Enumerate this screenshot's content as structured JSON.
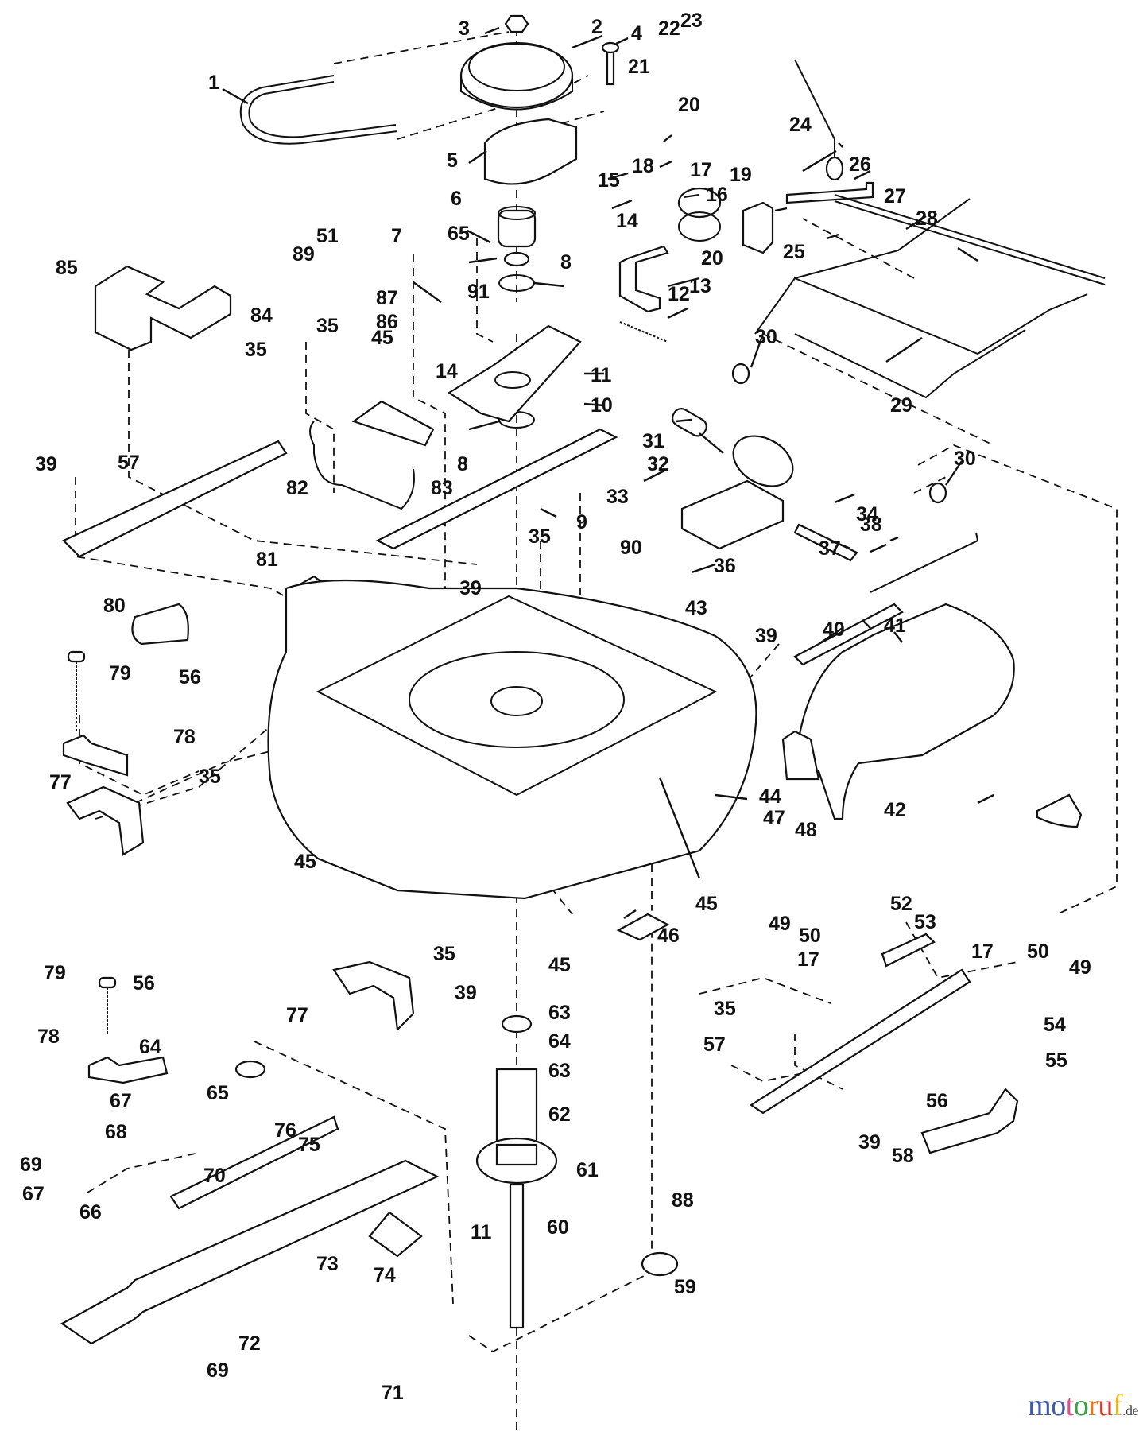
{
  "title": "Mower deck assembly — exploded parts diagram",
  "watermark": {
    "letters": [
      {
        "ch": "m",
        "color": "#3f5aa8"
      },
      {
        "ch": "o",
        "color": "#3f5aa8"
      },
      {
        "ch": "t",
        "color": "#d9508a"
      },
      {
        "ch": "o",
        "color": "#3aa048"
      },
      {
        "ch": "r",
        "color": "#e07a22"
      },
      {
        "ch": "u",
        "color": "#d23b2b"
      },
      {
        "ch": "f",
        "color": "#e8b820"
      }
    ],
    "tld": ".de"
  },
  "labels": {
    "p1": "1",
    "p2": "2",
    "p3": "3",
    "p4": "4",
    "p5": "5",
    "p6": "6",
    "p7": "7",
    "p8a": "8",
    "p8b": "8",
    "p9": "9",
    "p10": "10",
    "p11a": "11",
    "p11b": "11",
    "p12": "12",
    "p13": "13",
    "p14a": "14",
    "p14b": "14",
    "p15": "15",
    "p16": "16",
    "p17a": "17",
    "p17b": "17",
    "p17c": "17",
    "p18": "18",
    "p19": "19",
    "p20a": "20",
    "p20b": "20",
    "p21": "21",
    "p22": "22",
    "p23": "23",
    "p24": "24",
    "p25": "25",
    "p26": "26",
    "p27": "27",
    "p28": "28",
    "p29": "29",
    "p30a": "30",
    "p30b": "30",
    "p31": "31",
    "p32": "32",
    "p33": "33",
    "p34": "34",
    "p35a": "35",
    "p35b": "35",
    "p35c": "35",
    "p35d": "35",
    "p35e": "35",
    "p35f": "35",
    "p36": "36",
    "p37": "37",
    "p38": "38",
    "p39a": "39",
    "p39b": "39",
    "p39c": "39",
    "p39d": "39",
    "p39e": "39",
    "p40": "40",
    "p41": "41",
    "p42": "42",
    "p43": "43",
    "p44": "44",
    "p45a": "45",
    "p45b": "45",
    "p45c": "45",
    "p45d": "45",
    "p46": "46",
    "p47": "47",
    "p48": "48",
    "p49a": "49",
    "p49b": "49",
    "p50a": "50",
    "p50b": "50",
    "p51": "51",
    "p52": "52",
    "p53": "53",
    "p54": "54",
    "p55": "55",
    "p56a": "56",
    "p56b": "56",
    "p56c": "56",
    "p57a": "57",
    "p57b": "57",
    "p58": "58",
    "p59": "59",
    "p60": "60",
    "p61": "61",
    "p62": "62",
    "p63a": "63",
    "p63b": "63",
    "p64a": "64",
    "p64b": "64",
    "p65a": "65",
    "p65b": "65",
    "p66": "66",
    "p67a": "67",
    "p67b": "67",
    "p68": "68",
    "p69a": "69",
    "p69b": "69",
    "p70": "70",
    "p71": "71",
    "p72": "72",
    "p73": "73",
    "p74": "74",
    "p75": "75",
    "p76": "76",
    "p77a": "77",
    "p77b": "77",
    "p78a": "78",
    "p78b": "78",
    "p79a": "79",
    "p79b": "79",
    "p80": "80",
    "p81": "81",
    "p82": "82",
    "p83": "83",
    "p84": "84",
    "p85": "85",
    "p86": "86",
    "p87": "87",
    "p88": "88",
    "p89": "89",
    "p90": "90",
    "p91": "91"
  }
}
